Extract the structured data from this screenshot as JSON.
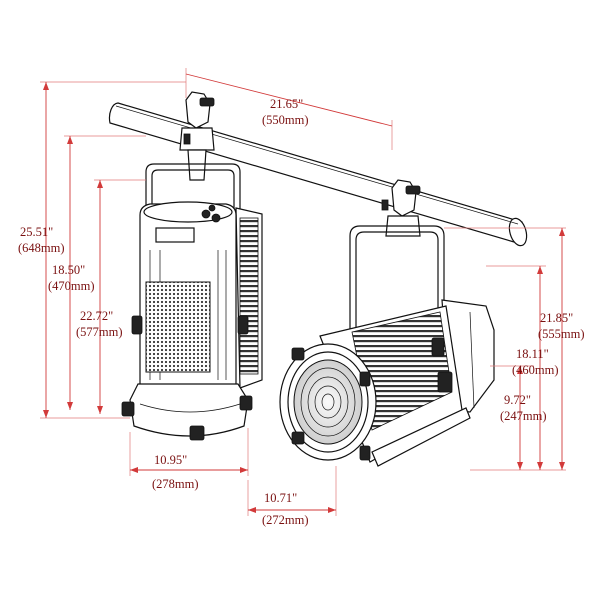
{
  "dimensions": {
    "pipe_width_in": "21.65\"",
    "pipe_width_mm": "(550mm)",
    "total_height_in": "25.51\"",
    "total_height_mm": "(648mm)",
    "yoke_height_in": "18.50\"",
    "yoke_height_mm": "(470mm)",
    "body_height_in": "22.72\"",
    "body_height_mm": "(577mm)",
    "right_total_in": "21.85\"",
    "right_total_mm": "(555mm)",
    "right_mid_in": "18.11\"",
    "right_mid_mm": "(460mm)",
    "right_low_in": "9.72\"",
    "right_low_mm": "(247mm)",
    "base_width_in": "10.95\"",
    "base_width_mm": "(278mm)",
    "depth_in": "10.71\"",
    "depth_mm": "(272mm)"
  },
  "colors": {
    "dimension": "#d23a3a",
    "dimension_text": "#7a1010",
    "ink": "#111111"
  }
}
